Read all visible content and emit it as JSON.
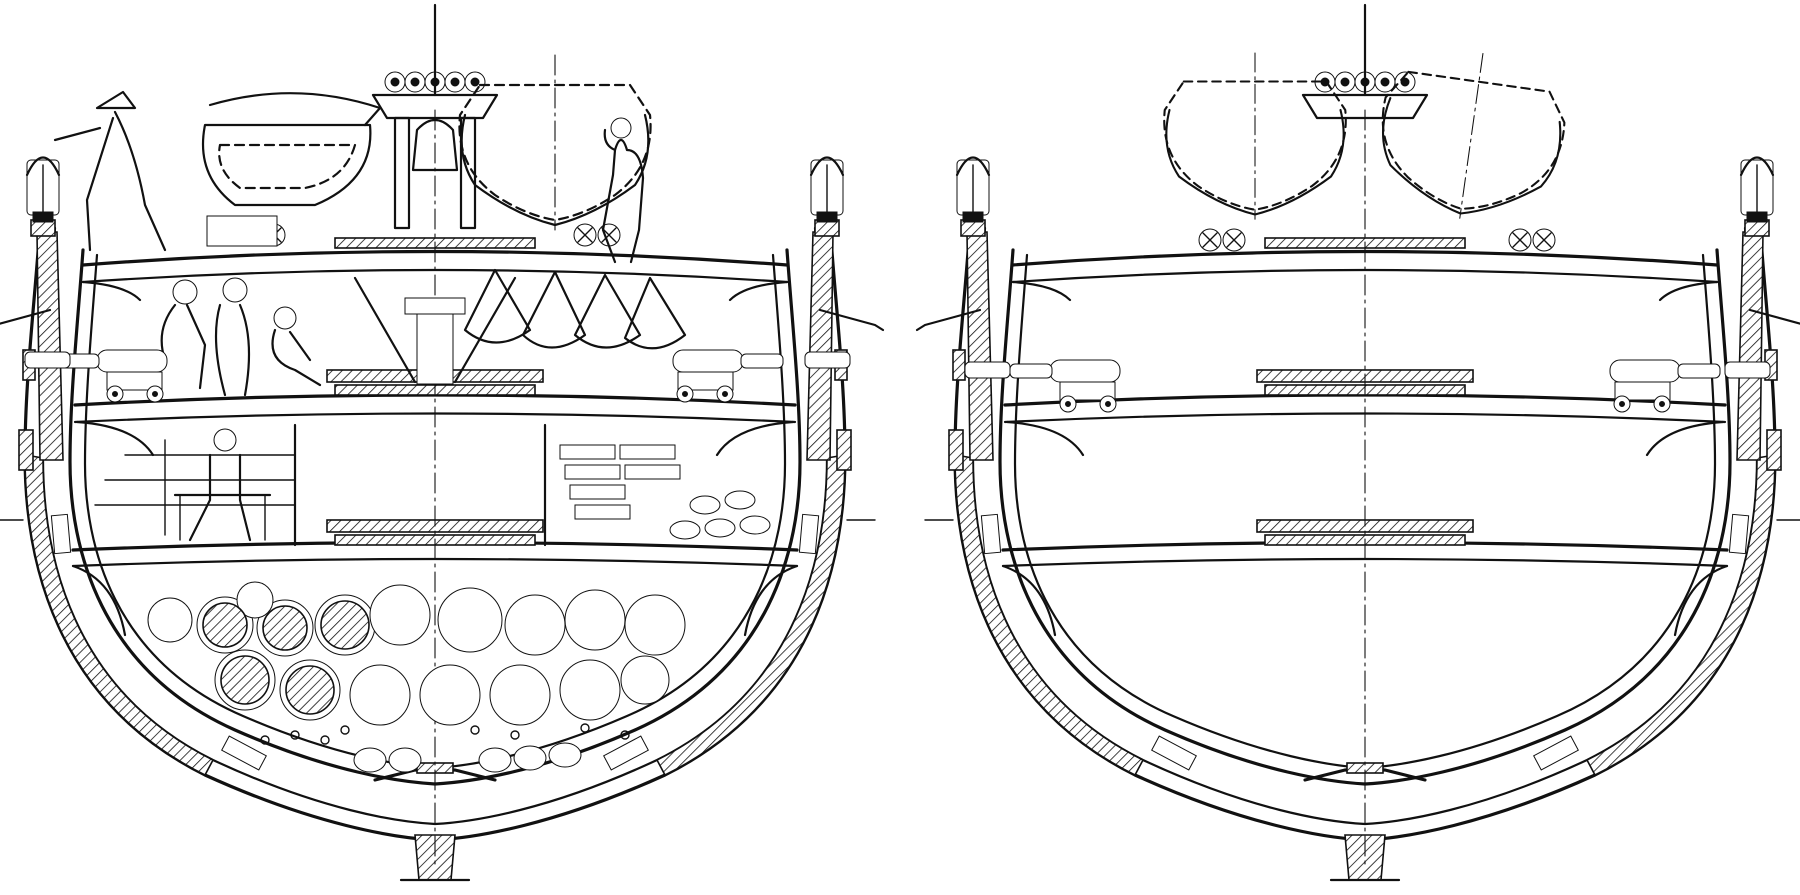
{
  "views": [
    {
      "name": "furnished-section",
      "contents": [
        "lanterns",
        "guns",
        "ship-boats",
        "crew-figures",
        "hammocks",
        "casks",
        "ballast"
      ]
    },
    {
      "name": "structural-section",
      "contents": [
        "lanterns",
        "guns",
        "ship-boats",
        "deck-beams",
        "knees"
      ]
    }
  ],
  "colors": {
    "ink": "#111111",
    "paper": "#ffffff"
  }
}
